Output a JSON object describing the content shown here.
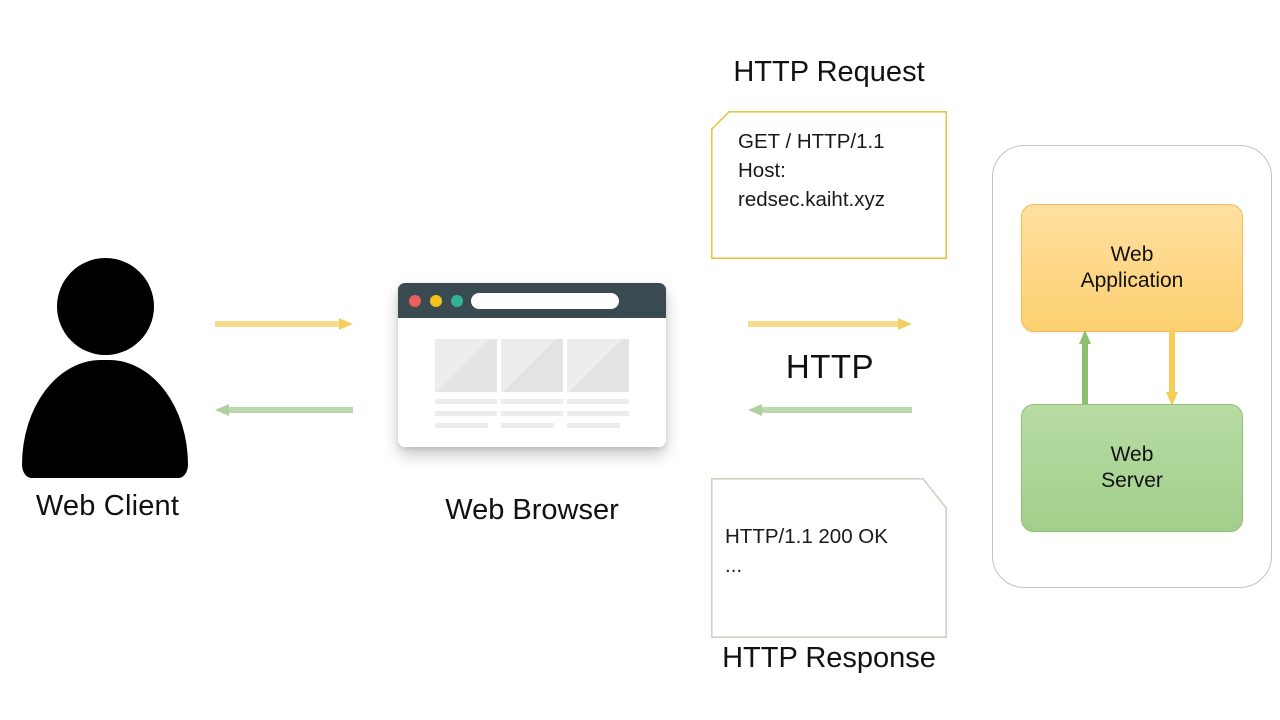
{
  "diagram": {
    "title": "HTTP request/response flow between a web client, browser, and web server",
    "colors": {
      "request_accent": "#E8C547",
      "response_accent": "#C6D4C0",
      "arrow_yellow": "#F7DC8A",
      "arrow_green": "#BBD8AE",
      "web_application_fill": "#FCD071",
      "web_server_fill": "#A2CE8B",
      "browser_titlebar": "#3A4A51",
      "container_border": "#C2C2C2"
    }
  },
  "client": {
    "label": "Web Client",
    "icon": "person-icon"
  },
  "browser": {
    "label": "Web Browser",
    "icon": "browser-window-icon",
    "traffic_lights": [
      "#E8605A",
      "#F4C41C",
      "#33B498"
    ]
  },
  "protocol": {
    "label": "HTTP"
  },
  "arrows": {
    "client_to_browser": "request-arrow-right",
    "browser_to_client": "response-arrow-left",
    "browser_to_server": "request-arrow-right",
    "server_to_browser": "response-arrow-left",
    "server_to_application": "up-arrow",
    "application_to_server": "down-arrow"
  },
  "request_note": {
    "title": "HTTP Request",
    "body": "GET / HTTP/1.1\nHost:\nredsec.kaiht.xyz"
  },
  "response_note": {
    "title": "HTTP Response",
    "body": "HTTP/1.1  200  OK\n..."
  },
  "server": {
    "application_label": "Web\nApplication",
    "server_label": "Web\nServer"
  }
}
